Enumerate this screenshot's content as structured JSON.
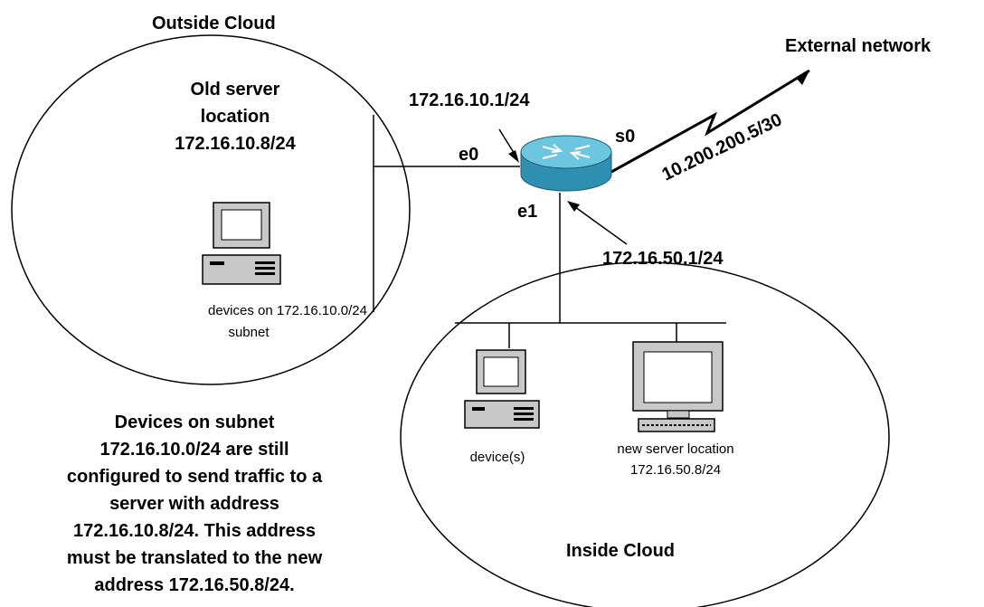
{
  "labels": {
    "outside_cloud": "Outside Cloud",
    "inside_cloud": "Inside Cloud",
    "external_network": "External network",
    "old_server_line1": "Old server",
    "old_server_line2": "location",
    "old_server_line3": "172.16.10.8/24",
    "e0_ip": "172.16.10.1/24",
    "e1_ip": "172.16.50.1/24",
    "s0_ip": "10.200.200.5/30",
    "iface_e0": "e0",
    "iface_e1": "e1",
    "iface_s0": "s0",
    "outside_devices_line1": "devices on 172.16.10.0/24",
    "outside_devices_line2": "subnet",
    "inside_device": "device(s)",
    "new_server_line1": "new server location",
    "new_server_line2": "172.16.50.8/24"
  },
  "note": {
    "lines": [
      "Devices on subnet",
      "172.16.10.0/24 are still",
      "configured to send traffic to a",
      "server with address",
      "172.16.10.8/24. This address",
      "must be translated to the new",
      "address 172.16.50.8/24."
    ]
  },
  "colors": {
    "router_fill": "#3aa8c8",
    "router_top": "#6cc6e0",
    "screen": "#ffffff",
    "line": "#000000"
  }
}
